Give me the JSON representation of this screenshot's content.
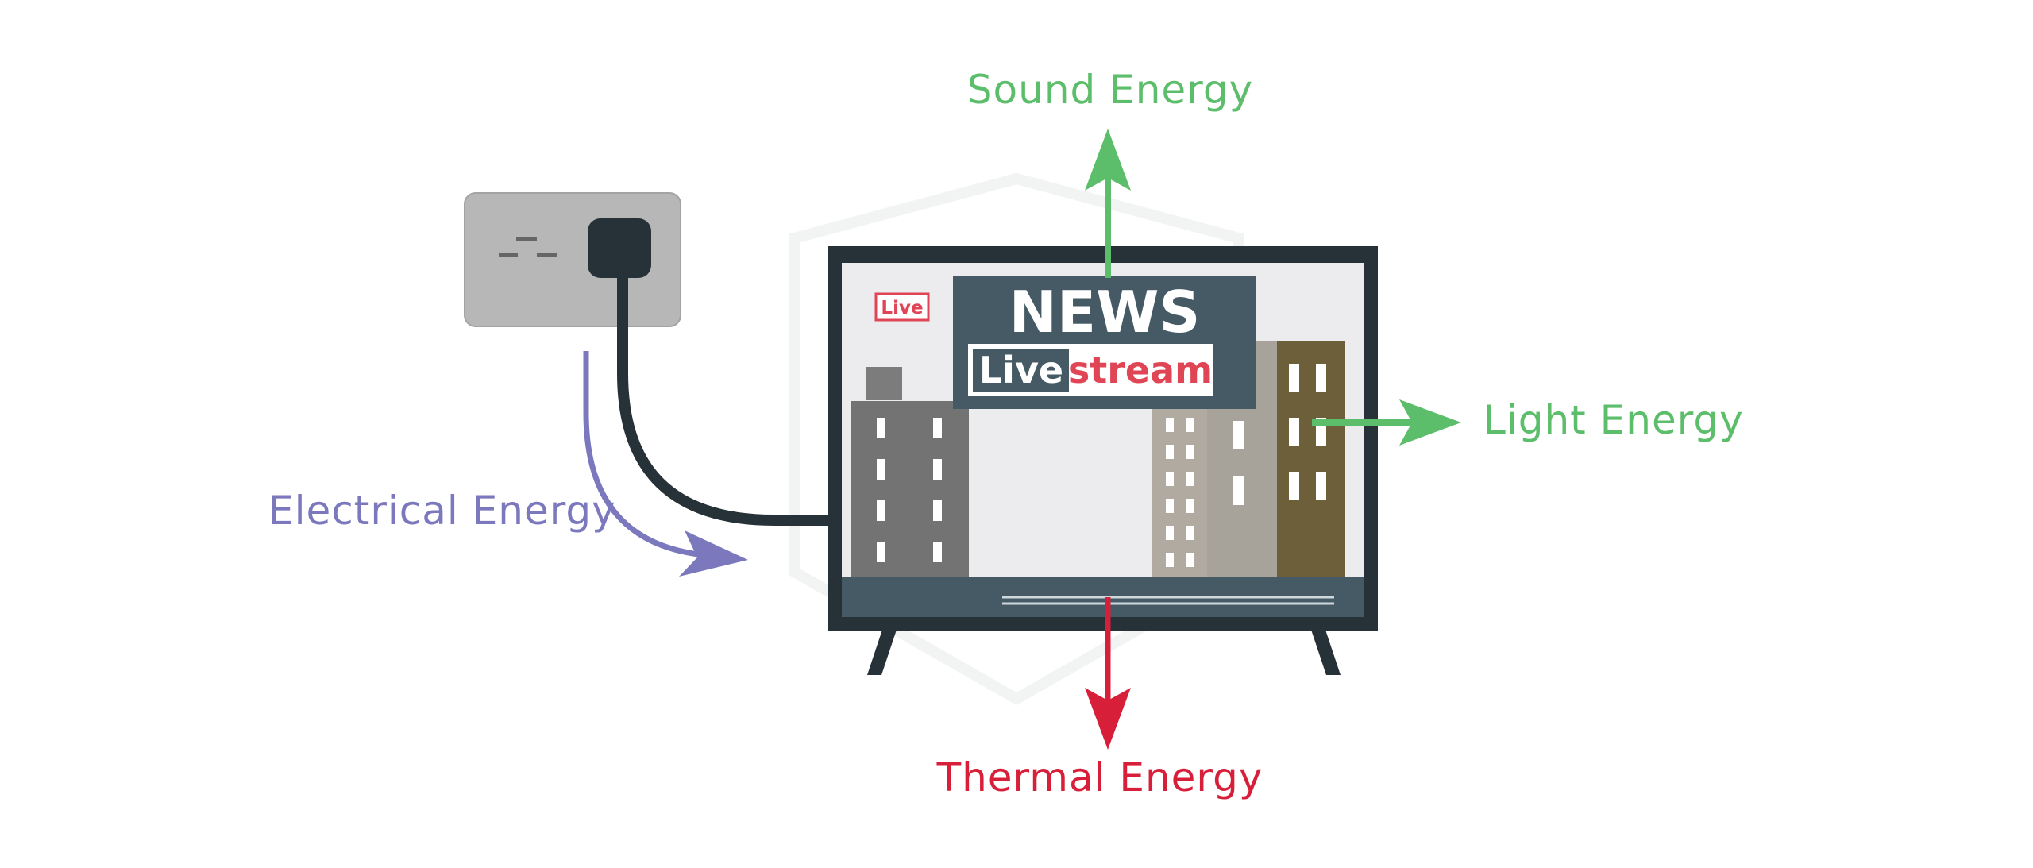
{
  "labels": {
    "sound": "Sound Energy",
    "light": "Light Energy",
    "thermal": "Thermal Energy",
    "electrical": "Electrical Energy"
  },
  "tv": {
    "live_tag": "Live",
    "news_title": "NEWS",
    "bug_live": "Live",
    "bug_stream": "stream"
  },
  "colors": {
    "sound": "#5cbd6a",
    "light": "#5cbd6a",
    "thermal": "#d81f3a",
    "electrical": "#7b78bd",
    "tv_frame": "#263238",
    "news_panel": "#455a64",
    "live_red": "#e04555"
  },
  "icons": {
    "socket": "wall-socket-icon",
    "plug": "plug-icon",
    "tv": "television-icon"
  }
}
